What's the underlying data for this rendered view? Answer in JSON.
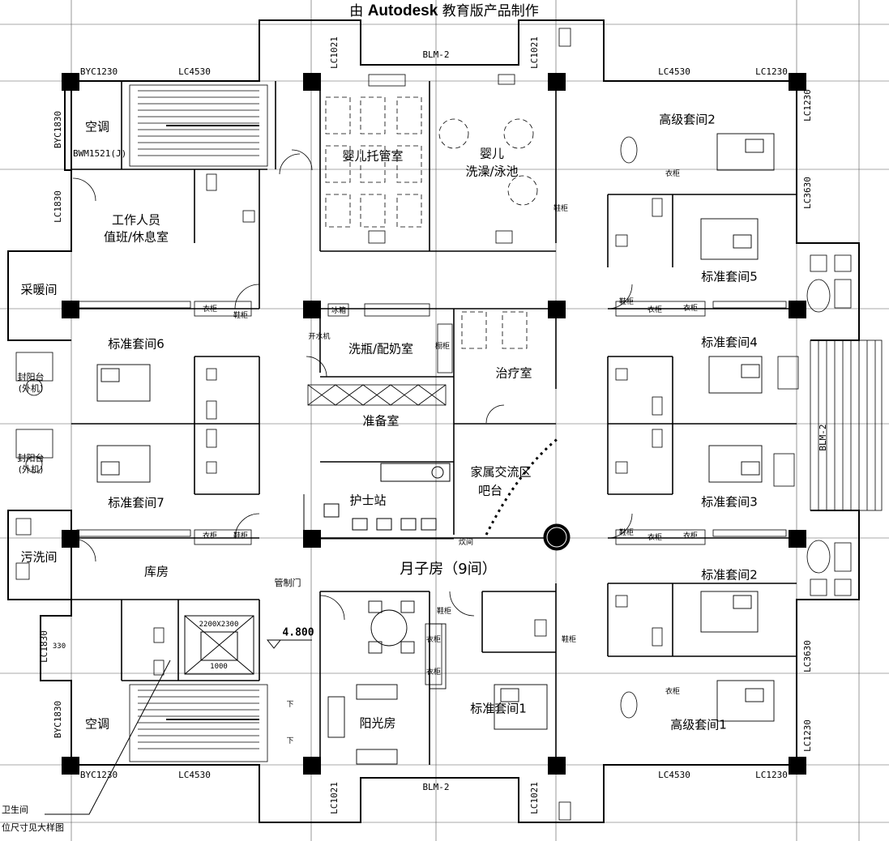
{
  "watermark": {
    "prefix": "由",
    "brand": "Autodesk",
    "suffix": "教育版产品制作"
  },
  "rooms": {
    "infant_care": "婴儿托管室",
    "infant_bath_1": "婴儿",
    "infant_bath_2": "洗澡/泳池",
    "deluxe_suite_2": "高级套间2",
    "staff_1": "工作人员",
    "staff_2": "值班/休息室",
    "aircon_top": "空调",
    "heating": "采暖间",
    "standard_5": "标准套间5",
    "standard_6": "标准套间6",
    "standard_4": "标准套间4",
    "standard_7": "标准套间7",
    "standard_3": "标准套间3",
    "standard_2": "标准套间2",
    "standard_1": "标准套间1",
    "deluxe_suite_1": "高级套间1",
    "bottle_prep": "洗瓶/配奶室",
    "treatment": "治疗室",
    "preparation": "准备室",
    "family_1": "家属交流区",
    "family_2": "吧台",
    "nurse_station": "护士站",
    "balcony_1_a": "封阳台",
    "balcony_1_b": "(外机)",
    "balcony_2_a": "封阳台",
    "balcony_2_b": "(外机)",
    "dirty_wash": "污洗间",
    "storage": "库房",
    "pipe_door": "管制门",
    "confinement": "月子房（9间）",
    "sunroom": "阳光房",
    "aircon_bottom": "空调"
  },
  "small_labels": {
    "wardrobe": "衣柜",
    "shoe_cab": "鞋柜",
    "fridge": "冰箱",
    "water_dispenser": "开水机",
    "cabinet": "橱柜",
    "stove": "炊间",
    "elevator_size": "2200X2300",
    "elevator_door": "1000",
    "down": "下"
  },
  "elevation": "4.800",
  "dimension_330": "330",
  "doors_windows": {
    "byc1230_tl": "BYC1230",
    "lc4530_tl": "LC4530",
    "lc4530_tr": "LC4530",
    "lc1230_tr": "LC1230",
    "byc1830_l": "BYC1830",
    "bwm1521": "BWM1521(J)",
    "lc1830_l": "LC1830",
    "lc1021_tl": "LC1021",
    "blm2_top": "BLM-2",
    "lc1021_tr": "LC1021",
    "lc1230_r": "LC1230",
    "lc3630_r": "LC3630",
    "blm2_right": "BLM-2",
    "lc3630_r2": "LC3630",
    "lc1230_r2": "LC1230",
    "lc1830_l2": "LC1830",
    "byc1830_l2": "BYC1830",
    "byc1230_bl": "BYC1230",
    "lc4530_bl": "LC4530",
    "lc1021_bl": "LC1021",
    "blm2_bottom": "BLM-2",
    "lc1021_br": "LC1021",
    "lc4530_br": "LC4530",
    "lc1230_br": "LC1230"
  },
  "notes": {
    "line1": "卫生间",
    "line2": "位尺寸见大样图"
  }
}
